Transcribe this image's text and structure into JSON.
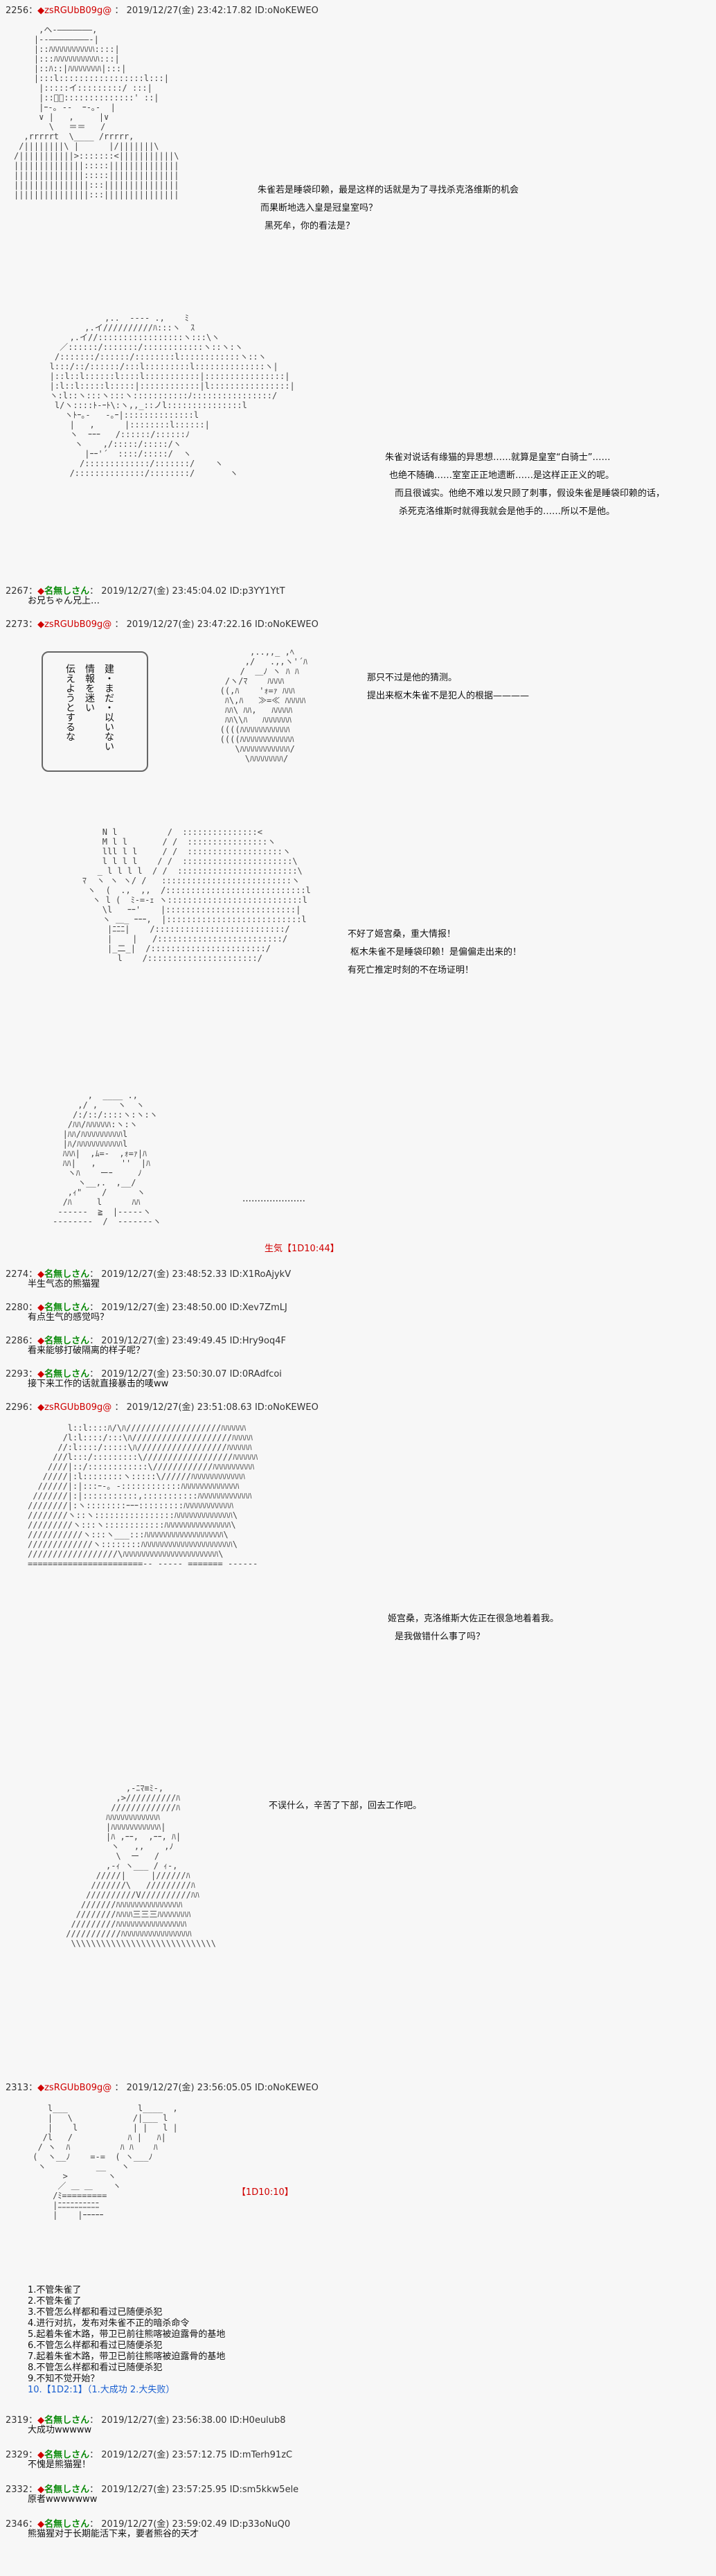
{
  "posts": [
    {
      "num": "2256",
      "sep": "：",
      "name": "◆zsRGUbB09g",
      "suffix": "@",
      "date": "2019/12/27(金) 23:42:17.82 ID:oNoKEWEO",
      "kind": "op"
    },
    {
      "num": "2267",
      "sep": "：",
      "name": "名無しさん",
      "suffix": "：",
      "date": "2019/12/27(金) 23:45:04.02 ID:p3YY1YtT",
      "kind": "anon",
      "body": [
        "お兄ちゃん兄上…"
      ]
    },
    {
      "num": "2273",
      "sep": "：",
      "name": "◆zsRGUbB09g",
      "suffix": "@",
      "date": "2019/12/27(金) 23:47:22.16 ID:oNoKEWEO",
      "kind": "op"
    },
    {
      "num": "2274",
      "sep": "：",
      "name": "名無しさん",
      "suffix": "：",
      "date": "2019/12/27(金) 23:48:52.33 ID:X1RoAjykV",
      "kind": "anon",
      "body": [
        "半生气态的熊猫猩"
      ]
    },
    {
      "num": "2280",
      "sep": "：",
      "name": "名無しさん",
      "suffix": "：",
      "date": "2019/12/27(金) 23:48:50.00 ID:Xev7ZmLJ",
      "kind": "anon",
      "body": [
        "有点生气的感觉吗？"
      ]
    },
    {
      "num": "2286",
      "sep": "：",
      "name": "名無しさん",
      "suffix": "：",
      "date": "2019/12/27(金) 23:49:49.45 ID:Hry9oq4F",
      "kind": "anon",
      "body": [
        "看来能够打破隔离的样子呢？"
      ]
    },
    {
      "num": "2293",
      "sep": "：",
      "name": "名無しさん",
      "suffix": "：",
      "date": "2019/12/27(金) 23:50:30.07 ID:0RAdfcoi",
      "kind": "anon",
      "body": [
        "接下来工作的话就直接暴击的唛ww"
      ]
    },
    {
      "num": "2296",
      "sep": "：",
      "name": "◆zsRGUbB09g",
      "suffix": "@",
      "date": "2019/12/27(金) 23:51:08.63 ID:oNoKEWEO",
      "kind": "op"
    },
    {
      "num": "2313",
      "sep": "：",
      "name": "◆zsRGUbB09g",
      "suffix": "@",
      "date": "2019/12/27(金) 23:56:05.05 ID:oNoKEWEO",
      "kind": "op"
    },
    {
      "num": "2319",
      "sep": "：",
      "name": "名無しさん",
      "suffix": "：",
      "date": "2019/12/27(金) 23:56:38.00 ID:H0eulub8",
      "kind": "anon",
      "body": [
        "大成功wwwww"
      ]
    },
    {
      "num": "2329",
      "sep": "：",
      "name": "名無しさん",
      "suffix": "：",
      "date": "2019/12/27(金) 23:57:12.75 ID:mTerh91zC",
      "kind": "anon",
      "body": [
        "不愧是熊猫猩！"
      ]
    },
    {
      "num": "2332",
      "sep": "：",
      "name": "名無しさん",
      "suffix": "：",
      "date": "2019/12/27(金) 23:57:25.95 ID:sm5kkw5ele",
      "kind": "anon",
      "body": [
        "原者wwwwwww"
      ]
    },
    {
      "num": "2346",
      "sep": "：",
      "name": "名無しさん",
      "suffix": "：",
      "date": "2019/12/27(金) 23:59:02.49 ID:p33oNuQ0",
      "kind": "anon",
      "body": [
        "熊猫猩对于长期能活下来，要者熊谷的天才"
      ]
    }
  ],
  "dialogs": {
    "d1": [
      "朱雀若是睡袋印赖，最是这样的话就是为了寻找杀克洛维斯的机会",
      "而果断地选入皇是冠皇室吗？",
      "黑死牟，你的看法是？"
    ],
    "d2": [
      "朱雀对说话有缘猫的异思想……就算是皇室“白骑士”……",
      "也绝不随确……室室正正地遗断……是这样正正义的呢。",
      "而且很诚实。他绝不难以发只顾了刺事，假设朱雀是睡袋印赖的话，",
      "杀死克洛维斯时就得我就会是他手的……所以不是他。"
    ],
    "d3": [
      "那只不过是他的猜测。",
      "提出来枢木朱雀不是犯人的根据————"
    ],
    "d4": [
      "不好了姬宫桑，重大情报！",
      "枢木朱雀不是睡袋印赖！是偏偏走出来的！",
      "有死亡推定时刻的不在场证明！"
    ],
    "d5": [
      "…………………"
    ],
    "d6": [
      "姬宫桑，克洛维斯大佐正在很急地着着我。",
      "是我做错什么事了吗？"
    ],
    "d7": [
      "不误什么，辛苦了下部，回去工作吧。"
    ],
    "vertical": [
      "伝えようとするな",
      "情報を迷い",
      "建・まだ・以いない"
    ],
    "status1": "生気【1D10:44】",
    "status2": "【1D10:10】"
  },
  "roll_list": [
    "1.不管朱雀了",
    "2.不管朱雀了",
    "3.不管怎么样都和看过已随便杀犯",
    "4.进行对抗，发布对朱雀不正的暗杀命令",
    "5.起着朱雀木路，带卫已前往熊喀被迫露骨的基地",
    "6.不管怎么样都和看过已随便杀犯",
    "7.起着朱雀木路，带卫已前往熊喀被迫露骨的基地",
    "8.不管怎么样都和看过已随便杀犯",
    "9.不知不觉开始？",
    "10.【1D2:1】（1.大成功 2.大失败）"
  ],
  "chart_data": null
}
